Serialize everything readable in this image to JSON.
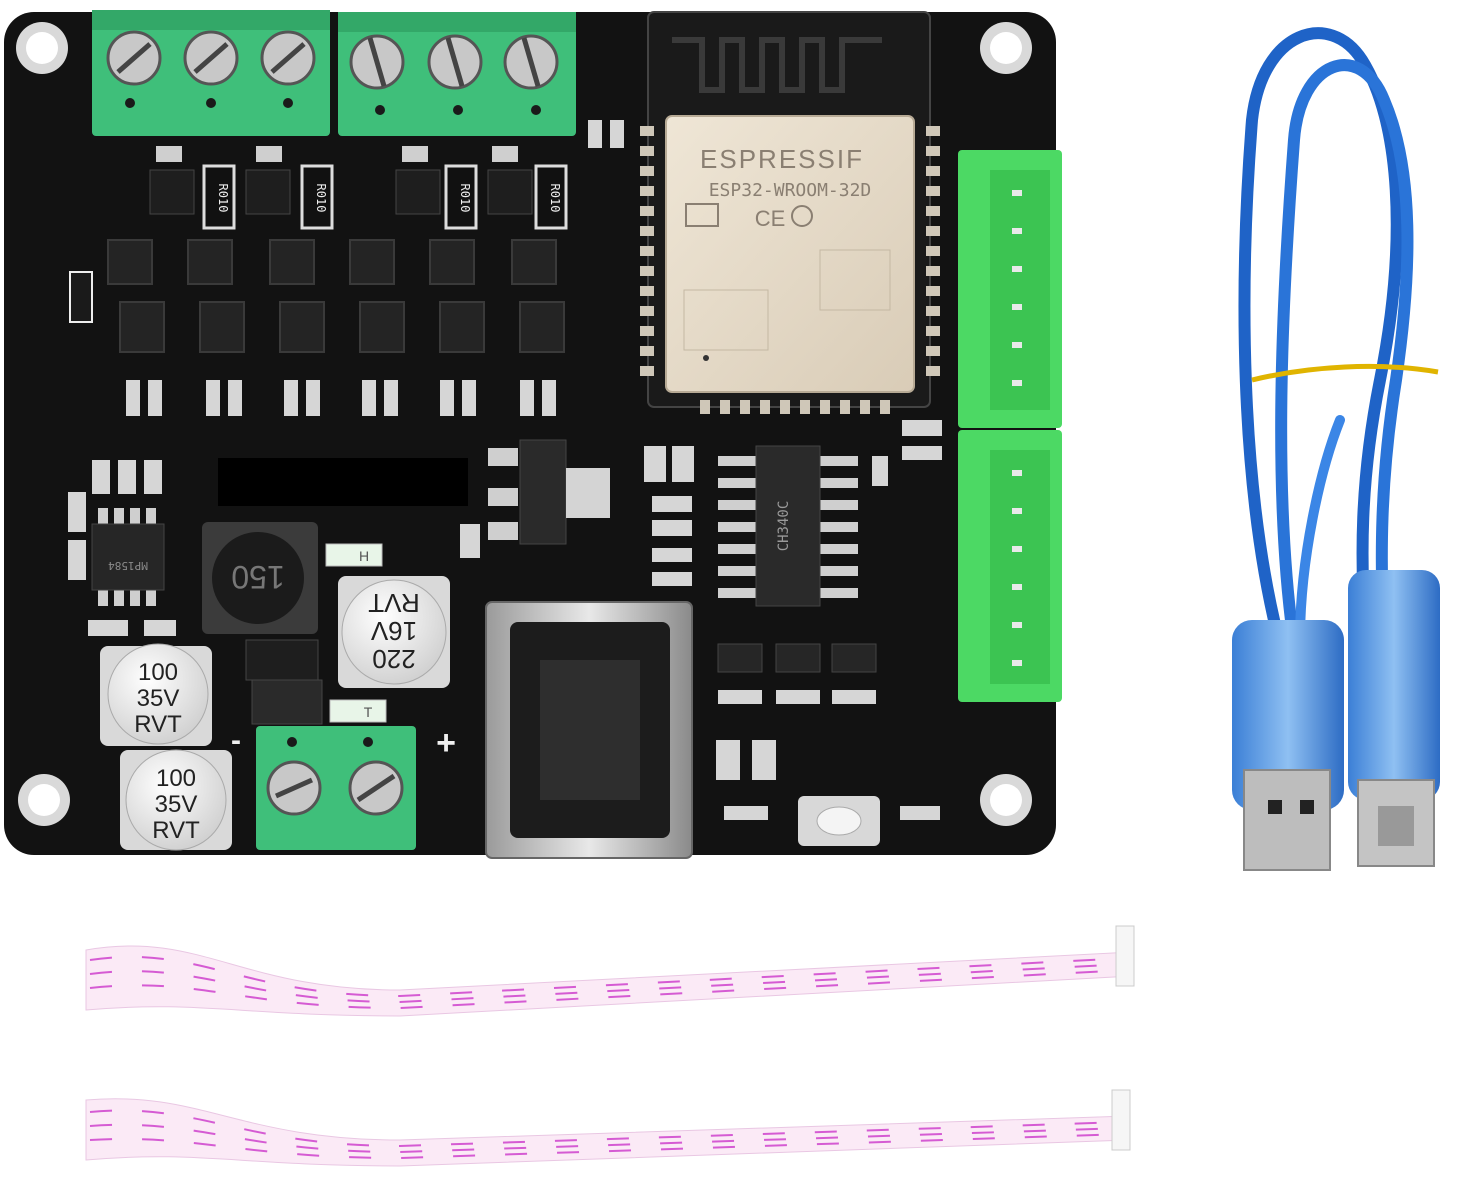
{
  "colors": {
    "pcb": "#121212",
    "terminal_green": "#3fbf7a",
    "connector_green": "#4cd964",
    "module_metal": "#e7dccb",
    "cable_blue": "#1f63c7",
    "cable_pink": "#d55bd3",
    "background": "#ffffff"
  },
  "board": {
    "module_brand": "ESPRESSIF",
    "module_model": "ESP32-WROOM-32D",
    "module_ce": "CE",
    "usb_chip": "CH340C",
    "chip_mp": "MP1584",
    "inductor": "150",
    "cap_big_1": {
      "value": "220",
      "voltage": "16V",
      "series": "RVT"
    },
    "cap_small_1": {
      "value": "100",
      "voltage": "35V",
      "series": "RVT"
    },
    "cap_small_2": {
      "value": "100",
      "voltage": "35V",
      "series": "RVT"
    },
    "plus_sign": "+",
    "minus_sign": "-",
    "smd_r010": "R010",
    "led_h": "H",
    "led_t": "T"
  },
  "accessories": {
    "usb_cable": "usb-a-to-usb-b-cable",
    "ribbon_cables": 2
  }
}
